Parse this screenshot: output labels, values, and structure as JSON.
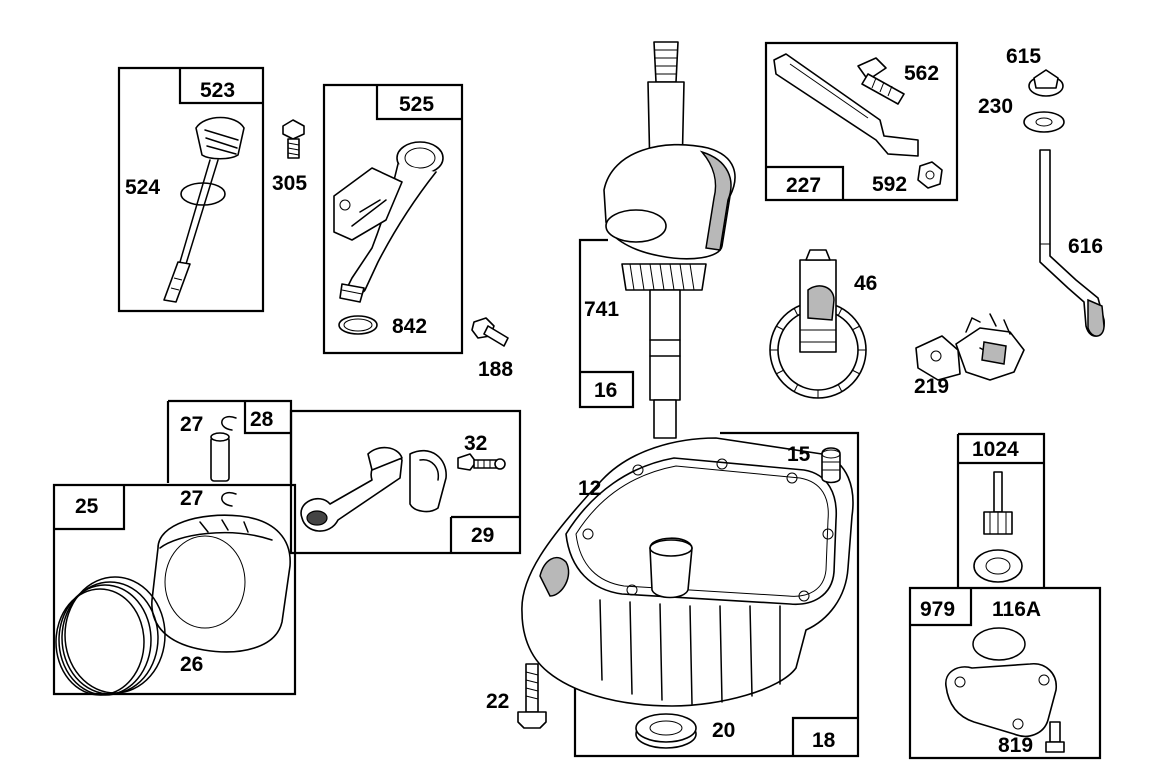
{
  "labels": {
    "p523": "523",
    "p524": "524",
    "p305": "305",
    "p525": "525",
    "p842": "842",
    "p188": "188",
    "p27a": "27",
    "p28": "28",
    "p32": "32",
    "p27b": "27",
    "p25": "25",
    "p29": "29",
    "p26": "26",
    "p741": "741",
    "p16": "16",
    "p12": "12",
    "p15": "15",
    "p22": "22",
    "p20": "20",
    "p18": "18",
    "p562": "562",
    "p227": "227",
    "p592": "592",
    "p615": "615",
    "p230": "230",
    "p616": "616",
    "p46": "46",
    "p219": "219",
    "p1024": "1024",
    "p979": "979",
    "p116A": "116A",
    "p819": "819"
  },
  "colors": {
    "line": "#000000",
    "background": "#ffffff",
    "shade": "#b8b8b8"
  }
}
